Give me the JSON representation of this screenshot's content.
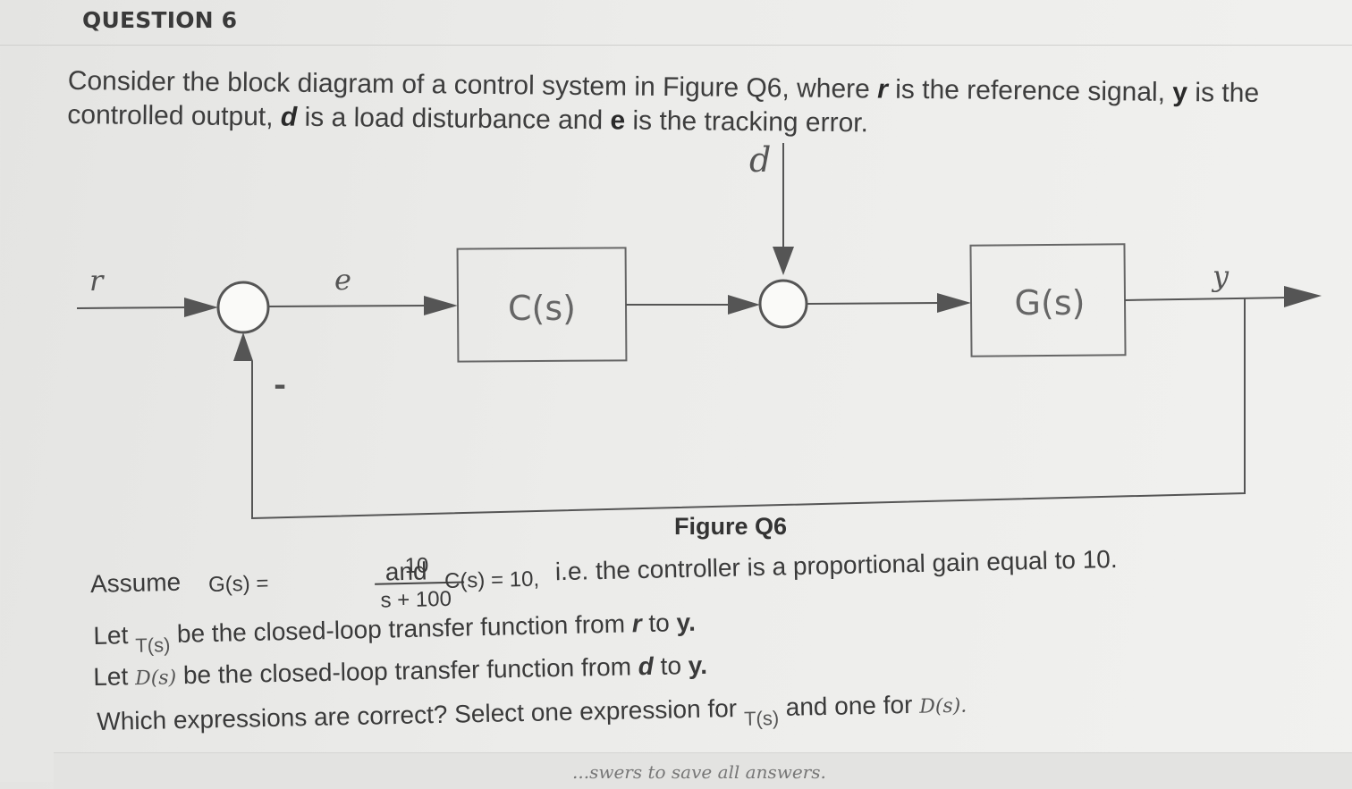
{
  "question": {
    "header": "QUESTION 6",
    "intro_a": "Consider the block diagram of a control system in Figure Q6, where",
    "r": "r",
    "intro_b": "is the reference signal,",
    "y": "y",
    "intro_c": "is the controlled output,",
    "d": "d",
    "intro_d": "is a load disturbance and",
    "e": "e",
    "intro_e": "is the tracking error."
  },
  "diagram": {
    "label_d": "d",
    "label_r": "r",
    "label_e": "e",
    "label_y": "y",
    "label_minus": "-",
    "block_c": "C(s)",
    "block_g": "G(s)",
    "caption": "Figure Q6"
  },
  "assume": {
    "word": "Assume",
    "g_lhs": "G(s) =",
    "numerator": "10",
    "denominator": "s + 100",
    "and": "and",
    "c_eq": "C(s) = 10,",
    "rest": "i.e. the controller is a proportional gain equal to 10."
  },
  "lines": {
    "let1_a": "Let",
    "ts": "T(s)",
    "let1_b": "be the closed-loop transfer function from",
    "r": "r",
    "to1": "to",
    "y1": "y.",
    "let2_a": "Let",
    "ds": "D(s)",
    "let2_b": "be the closed-loop transfer function from",
    "d": "d",
    "to2": "to",
    "y2": "y.",
    "which_a": "Which expressions are correct? Select one expression for",
    "ts2": "T(s)",
    "which_b": "and one for",
    "ds2": "D(s)."
  },
  "footer": {
    "text": "...swers to save all answers."
  }
}
